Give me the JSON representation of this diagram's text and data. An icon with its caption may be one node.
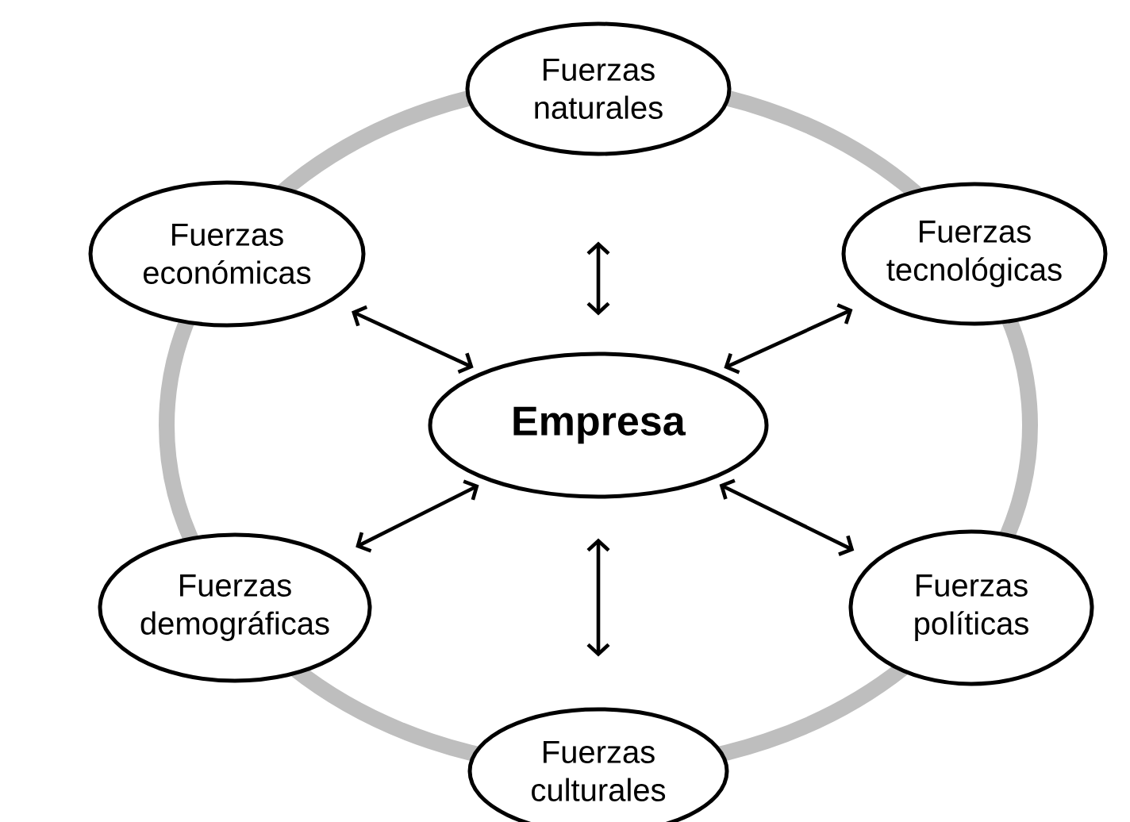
{
  "diagram": {
    "nodes": [
      {
        "text": [
          "Fuerzas naturales"
        ]
      },
      {
        "text": [
          "Fuerzas económicas"
        ]
      },
      {
        "text": [
          "Fuerzas tecnológicas"
        ]
      },
      {
        "text": [
          "**Empresa**"
        ]
      },
      {
        "text": [
          "Fuerzas demográficas"
        ]
      },
      {
        "text": [
          "Fuerzas políticas"
        ]
      },
      {
        "text": [
          "Fuerzas culturales"
        ]
      }
    ],
    "edges": [
      {
        "from": 3,
        "to": 0,
        "arrow": "both"
      },
      {
        "from": 3,
        "to": 1,
        "arrow": "both"
      },
      {
        "from": 3,
        "to": 2,
        "arrow": "both"
      },
      {
        "from": 3,
        "to": 4,
        "arrow": "both"
      },
      {
        "from": 3,
        "to": 5,
        "arrow": "both"
      },
      {
        "from": 3,
        "to": 6,
        "arrow": "both"
      }
    ]
  }
}
